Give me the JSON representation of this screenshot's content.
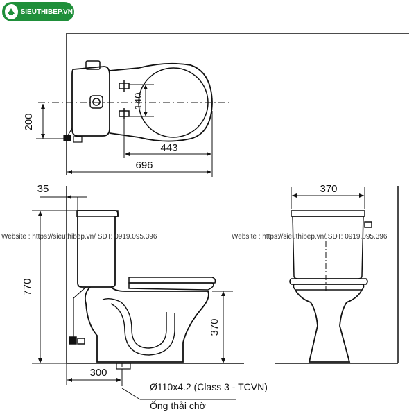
{
  "logo": {
    "text": "SIEUTHIBEP.VN",
    "color": "#1f8f3a",
    "icon": "logo-mark-icon"
  },
  "watermarks": [
    {
      "text": "Website : https://sieuthibep.vn/  SDT: 0919.095.396"
    },
    {
      "text": "Website : https://sieuthibep.vn/  SDT: 0919.095.396"
    }
  ],
  "top_view": {
    "dims": {
      "spacing": "200",
      "bolt_spacing": "140",
      "center_to_front": "443",
      "overall_depth": "696"
    }
  },
  "side_view": {
    "dims": {
      "wall_gap": "35",
      "total_height": "770",
      "seat_height": "370",
      "outlet_distance": "300"
    },
    "pipe_spec": "Ø110x4.2 (Class 3 - TCVN)",
    "pipe_note": "Ống thải chờ"
  },
  "front_view": {
    "dims": {
      "width": "370"
    }
  }
}
